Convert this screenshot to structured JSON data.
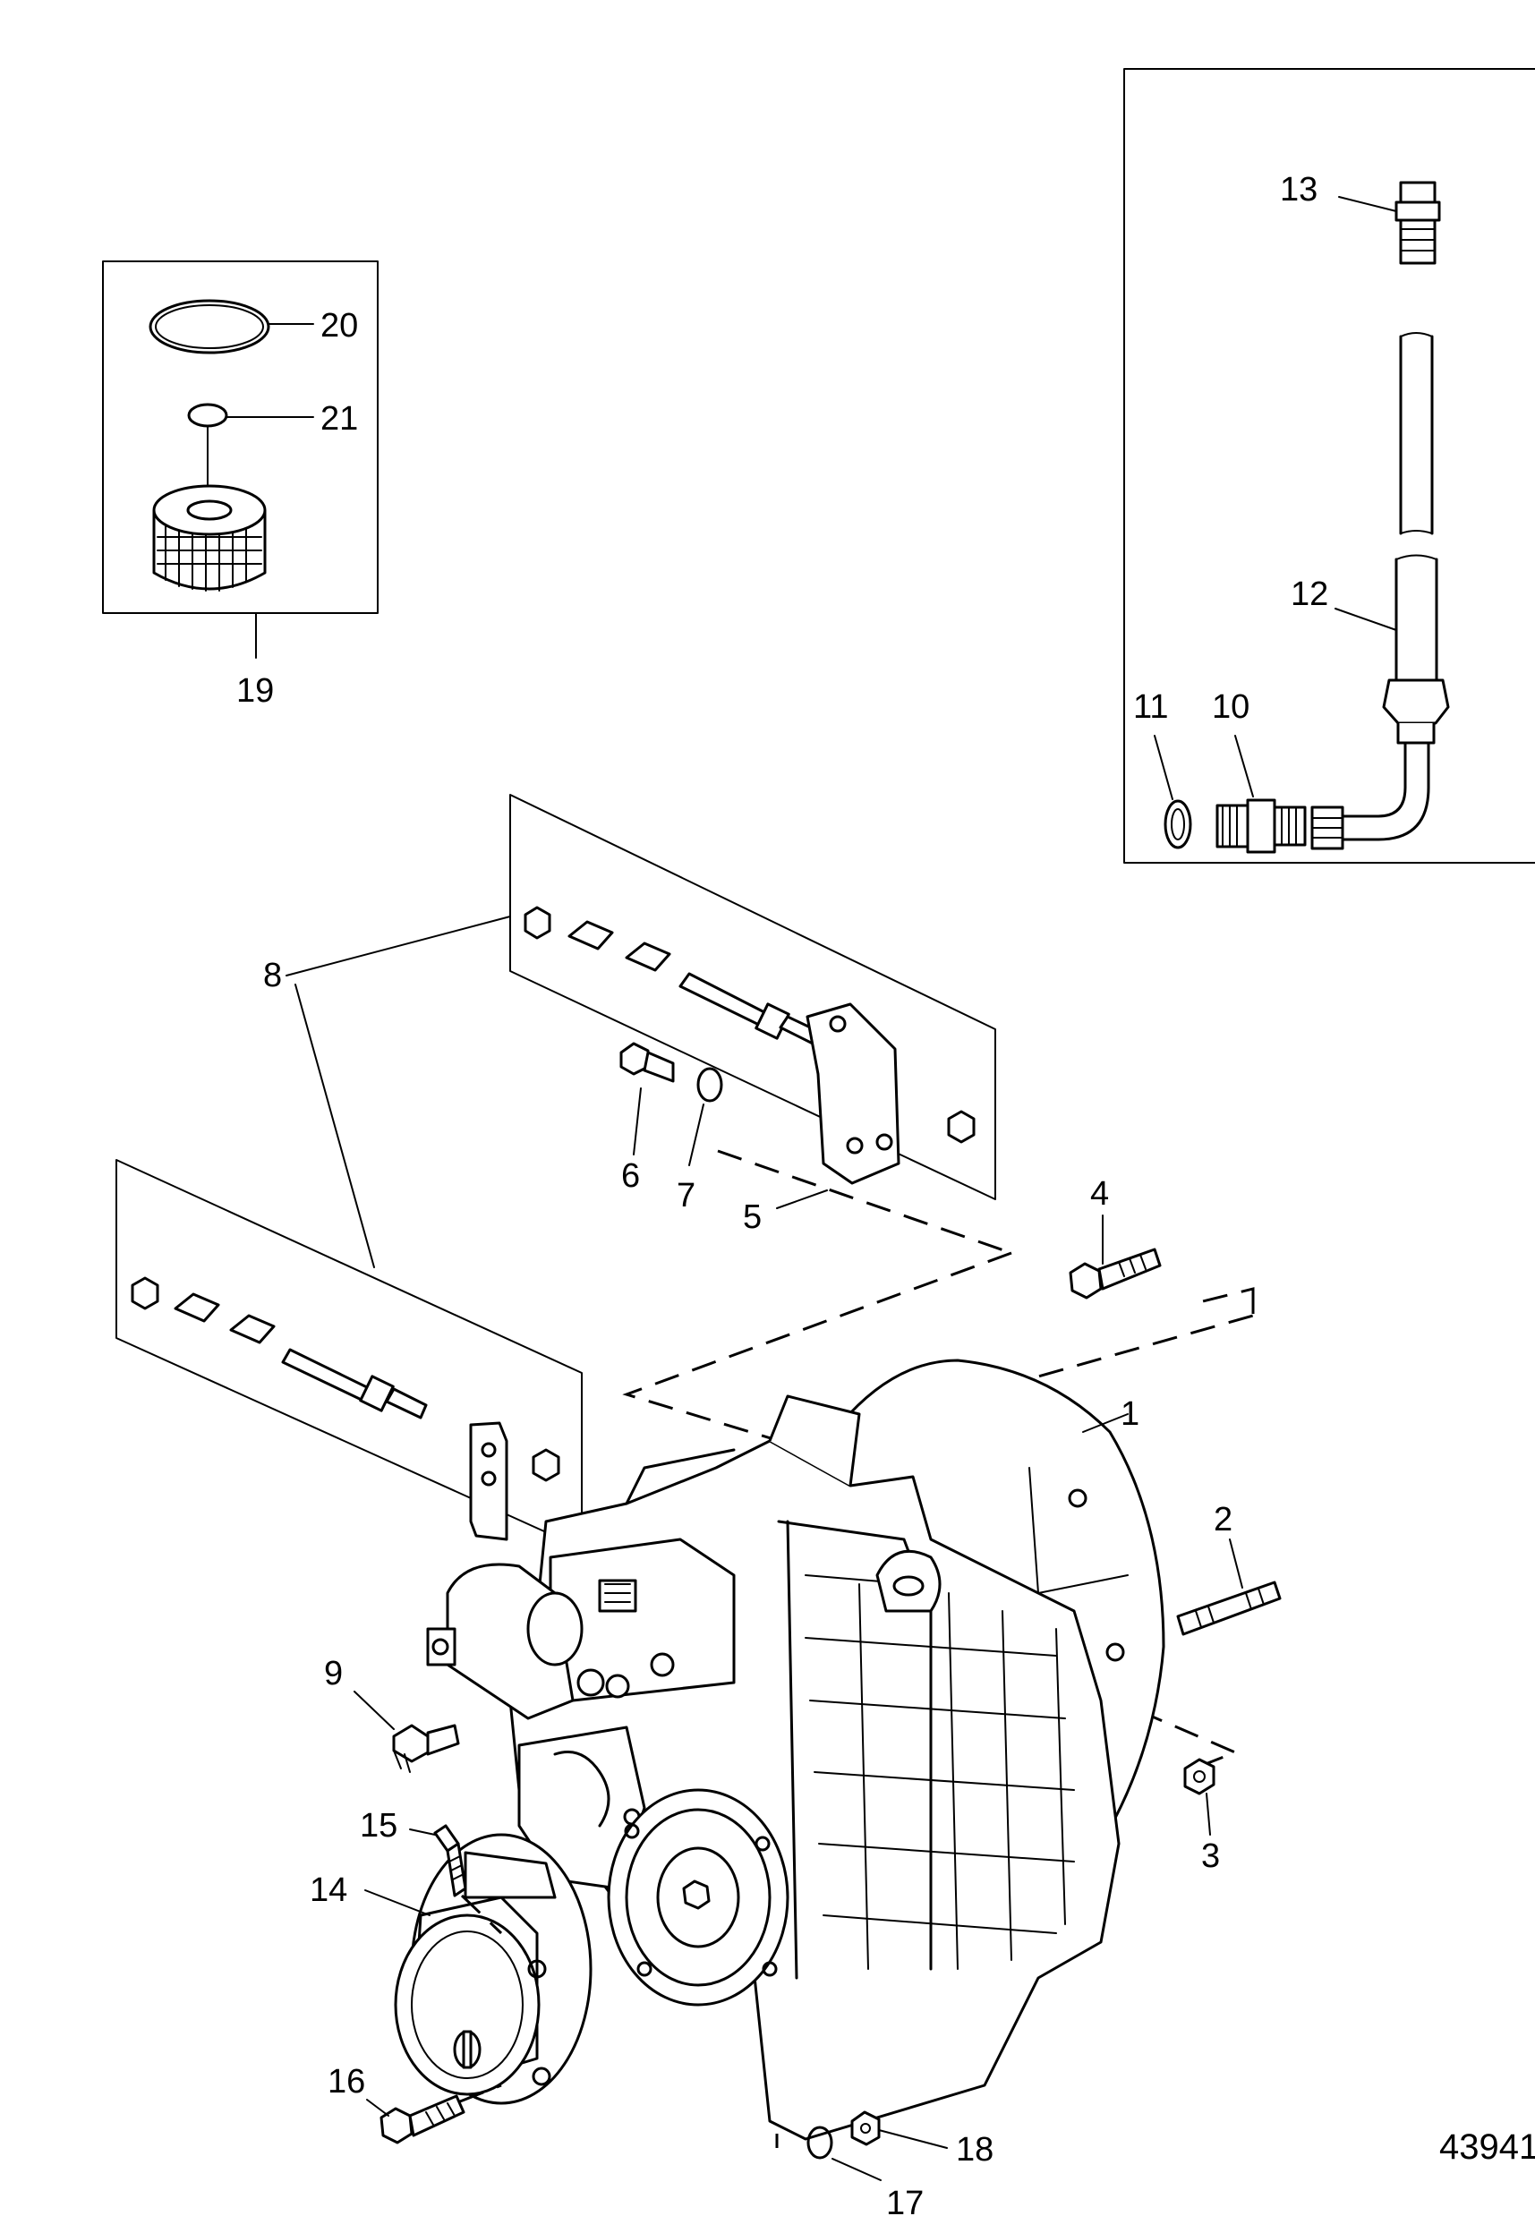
{
  "figure_number": "43941",
  "callouts": {
    "c1": "1",
    "c2": "2",
    "c3": "3",
    "c4": "4",
    "c5": "5",
    "c6": "6",
    "c7": "7",
    "c8": "8",
    "c9": "9",
    "c10": "10",
    "c11": "11",
    "c12": "12",
    "c13": "13",
    "c14": "14",
    "c15": "15",
    "c16": "16",
    "c17": "17",
    "c18": "18",
    "c19": "19",
    "c20": "20",
    "c21": "21"
  }
}
